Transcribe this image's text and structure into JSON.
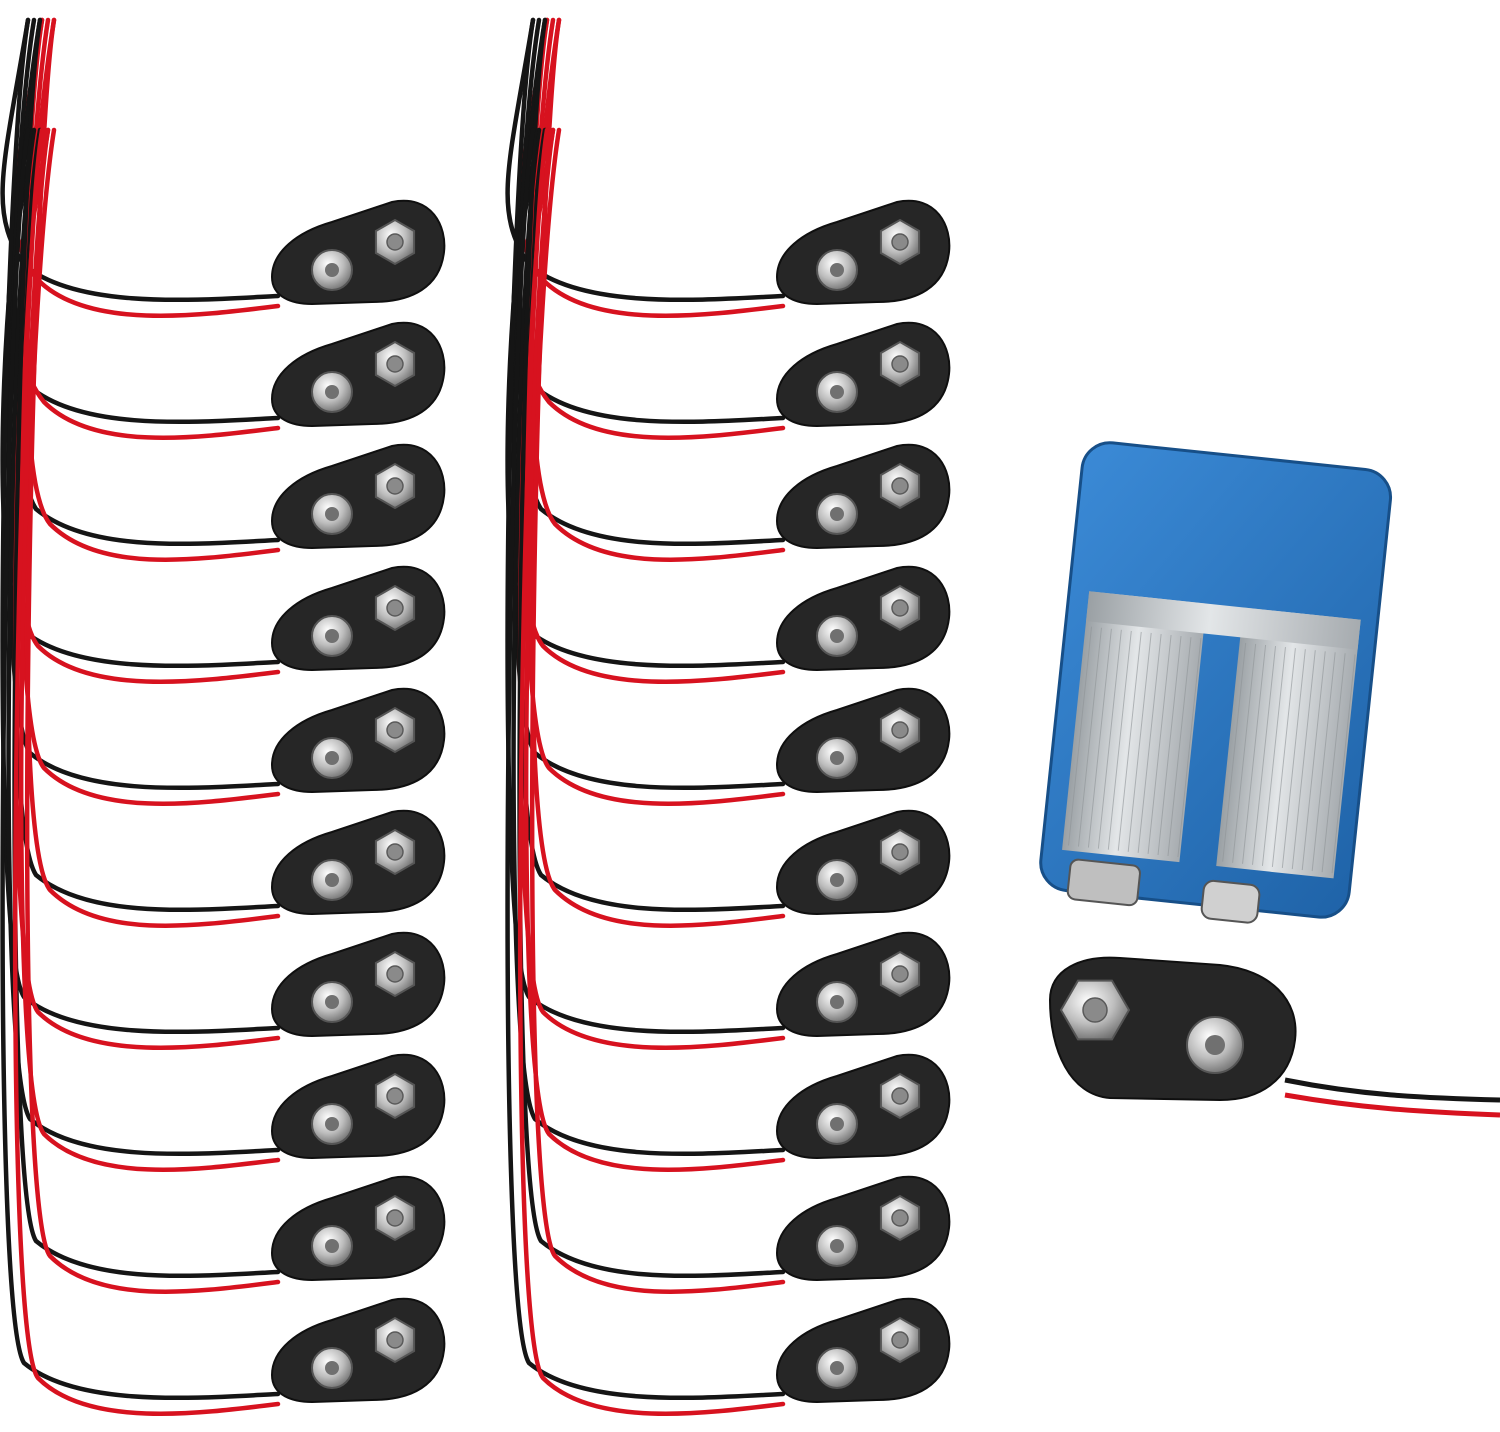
{
  "scene": {
    "background": "#ffffff",
    "columns": [
      {
        "name": "left",
        "count": 10
      },
      {
        "name": "middle",
        "count": 10
      }
    ],
    "colors": {
      "snap_body": "#262626",
      "snap_edge": "#0f0f0f",
      "terminal_metal": "#c9c9c9",
      "wire_red": "#d7121f",
      "wire_black": "#151515",
      "battery_wrap": "#2a78c4",
      "battery_label": "#bfc3c5"
    },
    "items": [
      "battery-snap-connector",
      "9v-battery"
    ]
  }
}
